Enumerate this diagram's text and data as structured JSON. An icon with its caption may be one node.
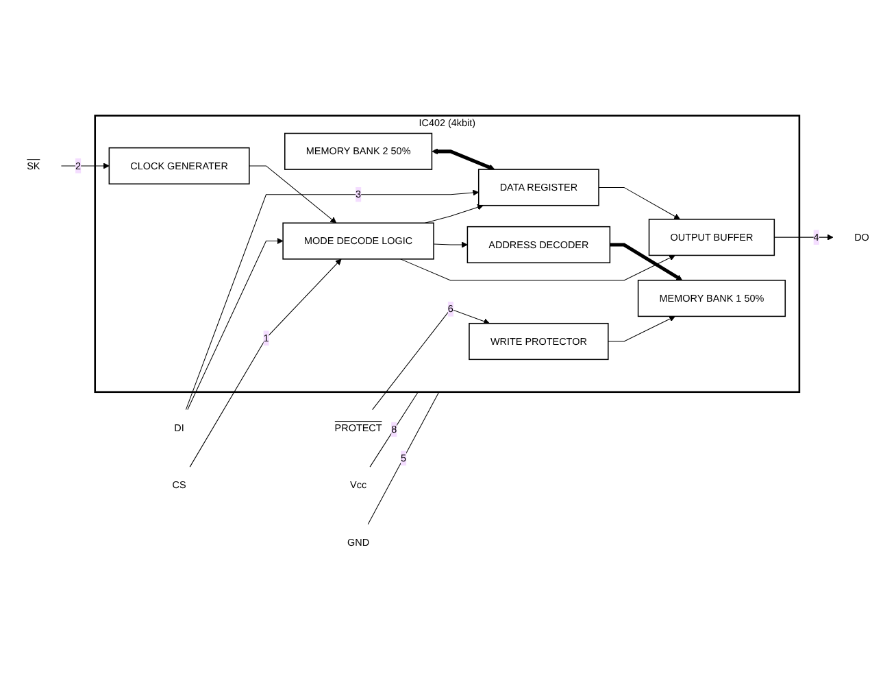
{
  "diagram": {
    "nodes": [
      {
        "text": [
          "IC402 (4kbit)"
        ]
      },
      {
        "text": [
          "PROTECT"
        ]
      },
      {
        "text": [
          "WRITE PROTECTOR"
        ],
        "in": 0
      },
      {
        "text": [
          "MEMORY BANK 1 50%"
        ],
        "in": 0
      },
      {
        "text": [
          "ADDRESS DECODER"
        ],
        "in": 0
      },
      {
        "text": [
          "MEMORY BANK 2 50%"
        ],
        "in": 0
      },
      {
        "text": [
          "Vcc"
        ]
      },
      {
        "text": [
          "GND"
        ]
      },
      {
        "text": [
          "DATA REGISTER"
        ],
        "in": 0
      },
      {
        "text": [
          "DI"
        ]
      },
      {
        "text": [
          "OUTPUT BUFFER"
        ],
        "in": 0
      },
      {
        "text": [
          "MODE DECODE LOGIC"
        ],
        "in": 0
      },
      {
        "text": [
          "CS"
        ]
      },
      {
        "text": [
          "SK"
        ]
      },
      {
        "text": [
          "CLOCK GENERATER"
        ],
        "in": 0
      },
      {
        "text": [
          "DO"
        ]
      }
    ],
    "edges": [
      {
        "from": 1,
        "to": 2,
        "arrow": "to",
        "label": "6"
      },
      {
        "from": 2,
        "to": 3,
        "arrow": "to"
      },
      {
        "from": 4,
        "to": 3,
        "arrow": "to",
        "style": "thick"
      },
      {
        "from": 6,
        "to": 0,
        "arrow": "none",
        "label": "8"
      },
      {
        "from": 7,
        "to": 0,
        "arrow": "none",
        "label": "5"
      },
      {
        "from": 5,
        "to": 8,
        "arrow": "both",
        "style": "thick"
      },
      {
        "from": 9,
        "to": 8,
        "arrow": "to",
        "label": "3"
      },
      {
        "from": 9,
        "to": 11,
        "arrow": "to"
      },
      {
        "from": 8,
        "to": 10,
        "arrow": "to"
      },
      {
        "from": 11,
        "to": 8,
        "arrow": "to"
      },
      {
        "from": 11,
        "to": 4,
        "arrow": "to"
      },
      {
        "from": 11,
        "to": 10,
        "arrow": "to"
      },
      {
        "from": 12,
        "to": 11,
        "arrow": "to",
        "label": "1"
      },
      {
        "from": 13,
        "to": 14,
        "arrow": "to",
        "label": "2"
      },
      {
        "from": 14,
        "to": 11,
        "arrow": "to"
      },
      {
        "from": 10,
        "to": 15,
        "arrow": "to",
        "label": "4"
      }
    ]
  }
}
